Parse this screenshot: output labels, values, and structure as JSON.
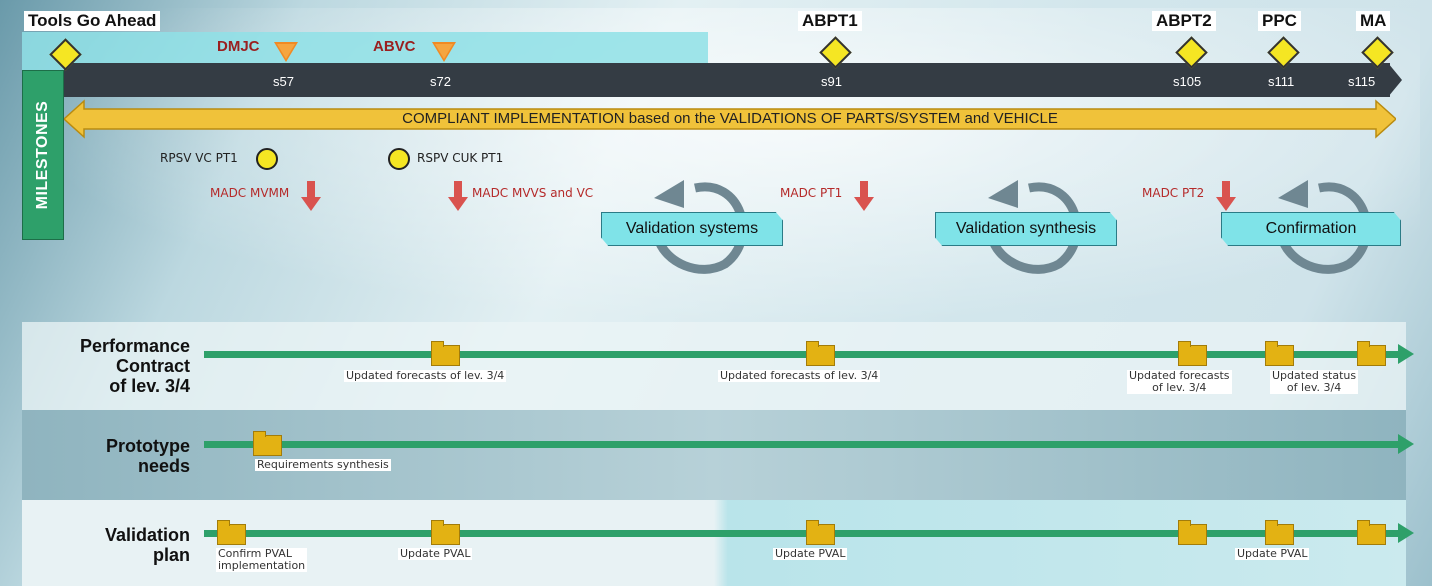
{
  "header": {
    "tools_go_ahead": "Tools Go Ahead",
    "dmjc": "DMJC",
    "abvc": "ABVC",
    "abpt1": "ABPT1",
    "abpt2": "ABPT2",
    "ppc": "PPC",
    "ma": "MA"
  },
  "ticks": {
    "s57": "s57",
    "s72": "s72",
    "s91": "s91",
    "s105": "s105",
    "s111": "s111",
    "s115": "s115"
  },
  "milestones_label": "MILESTONES",
  "compliant_banner": "COMPLIANT IMPLEMENTATION based on the VALIDATIONS OF PARTS/SYSTEM and VEHICLE",
  "reviews": {
    "rpsv": "RPSV VC PT1",
    "rspv": "RSPV CUK PT1"
  },
  "madc": {
    "mvmm": "MADC MVMM",
    "mvvs": "MADC MVVS and VC",
    "pt1": "MADC PT1",
    "pt2": "MADC PT2"
  },
  "phases": {
    "validation_systems": "Validation systems",
    "validation_synthesis": "Validation synthesis",
    "confirmation": "Confirmation"
  },
  "rows": {
    "performance": {
      "label_line1": "Performance",
      "label_line2": "Contract",
      "label_line3": "of lev. 3/4",
      "notes": {
        "n1": "Updated forecasts of lev. 3/4",
        "n2": "Updated forecasts of lev. 3/4",
        "n3a": "Updated forecasts",
        "n3b": "of lev. 3/4",
        "n4a": "Updated status",
        "n4b": "of lev. 3/4"
      }
    },
    "prototype": {
      "label_line1": "Prototype",
      "label_line2": "needs",
      "notes": {
        "n1": "Requirements synthesis"
      }
    },
    "validation": {
      "label_line1": "Validation",
      "label_line2": "plan",
      "notes": {
        "n1a": "Confirm PVAL",
        "n1b": "implementation",
        "n2": "Update PVAL",
        "n3": "Update PVAL",
        "n4": "Update PVAL"
      }
    }
  },
  "colors": {
    "milestone_green": "#2ea06a",
    "diamond_yellow": "#f5e623",
    "banner_gold": "#f0c23a",
    "madc_red": "#d9534f",
    "phase_cyan": "#7fe3e8"
  }
}
